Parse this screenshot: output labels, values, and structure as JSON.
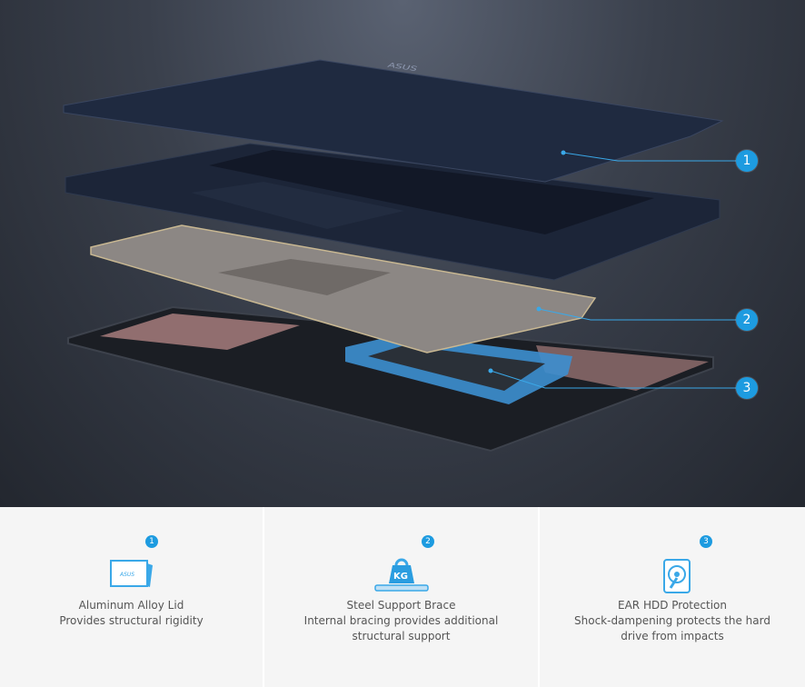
{
  "hero": {
    "lid_logo": "ASUS",
    "callouts": [
      "1",
      "2",
      "3"
    ]
  },
  "features": [
    {
      "number": "1",
      "icon": "laptop-lid-icon",
      "title": "Aluminum Alloy Lid",
      "description": "Provides structural rigidity",
      "icon_logo": "ASUS"
    },
    {
      "number": "2",
      "icon": "weight-kg-icon",
      "title": "Steel Support Brace",
      "description": "Internal bracing provides additional structural support",
      "icon_label": "KG"
    },
    {
      "number": "3",
      "icon": "hdd-icon",
      "title": "EAR HDD Protection",
      "description": "Shock-dampening protects the hard drive from impacts"
    }
  ],
  "colors": {
    "accent": "#1d9be0",
    "panel": "#f5f5f5",
    "text": "#555555"
  }
}
